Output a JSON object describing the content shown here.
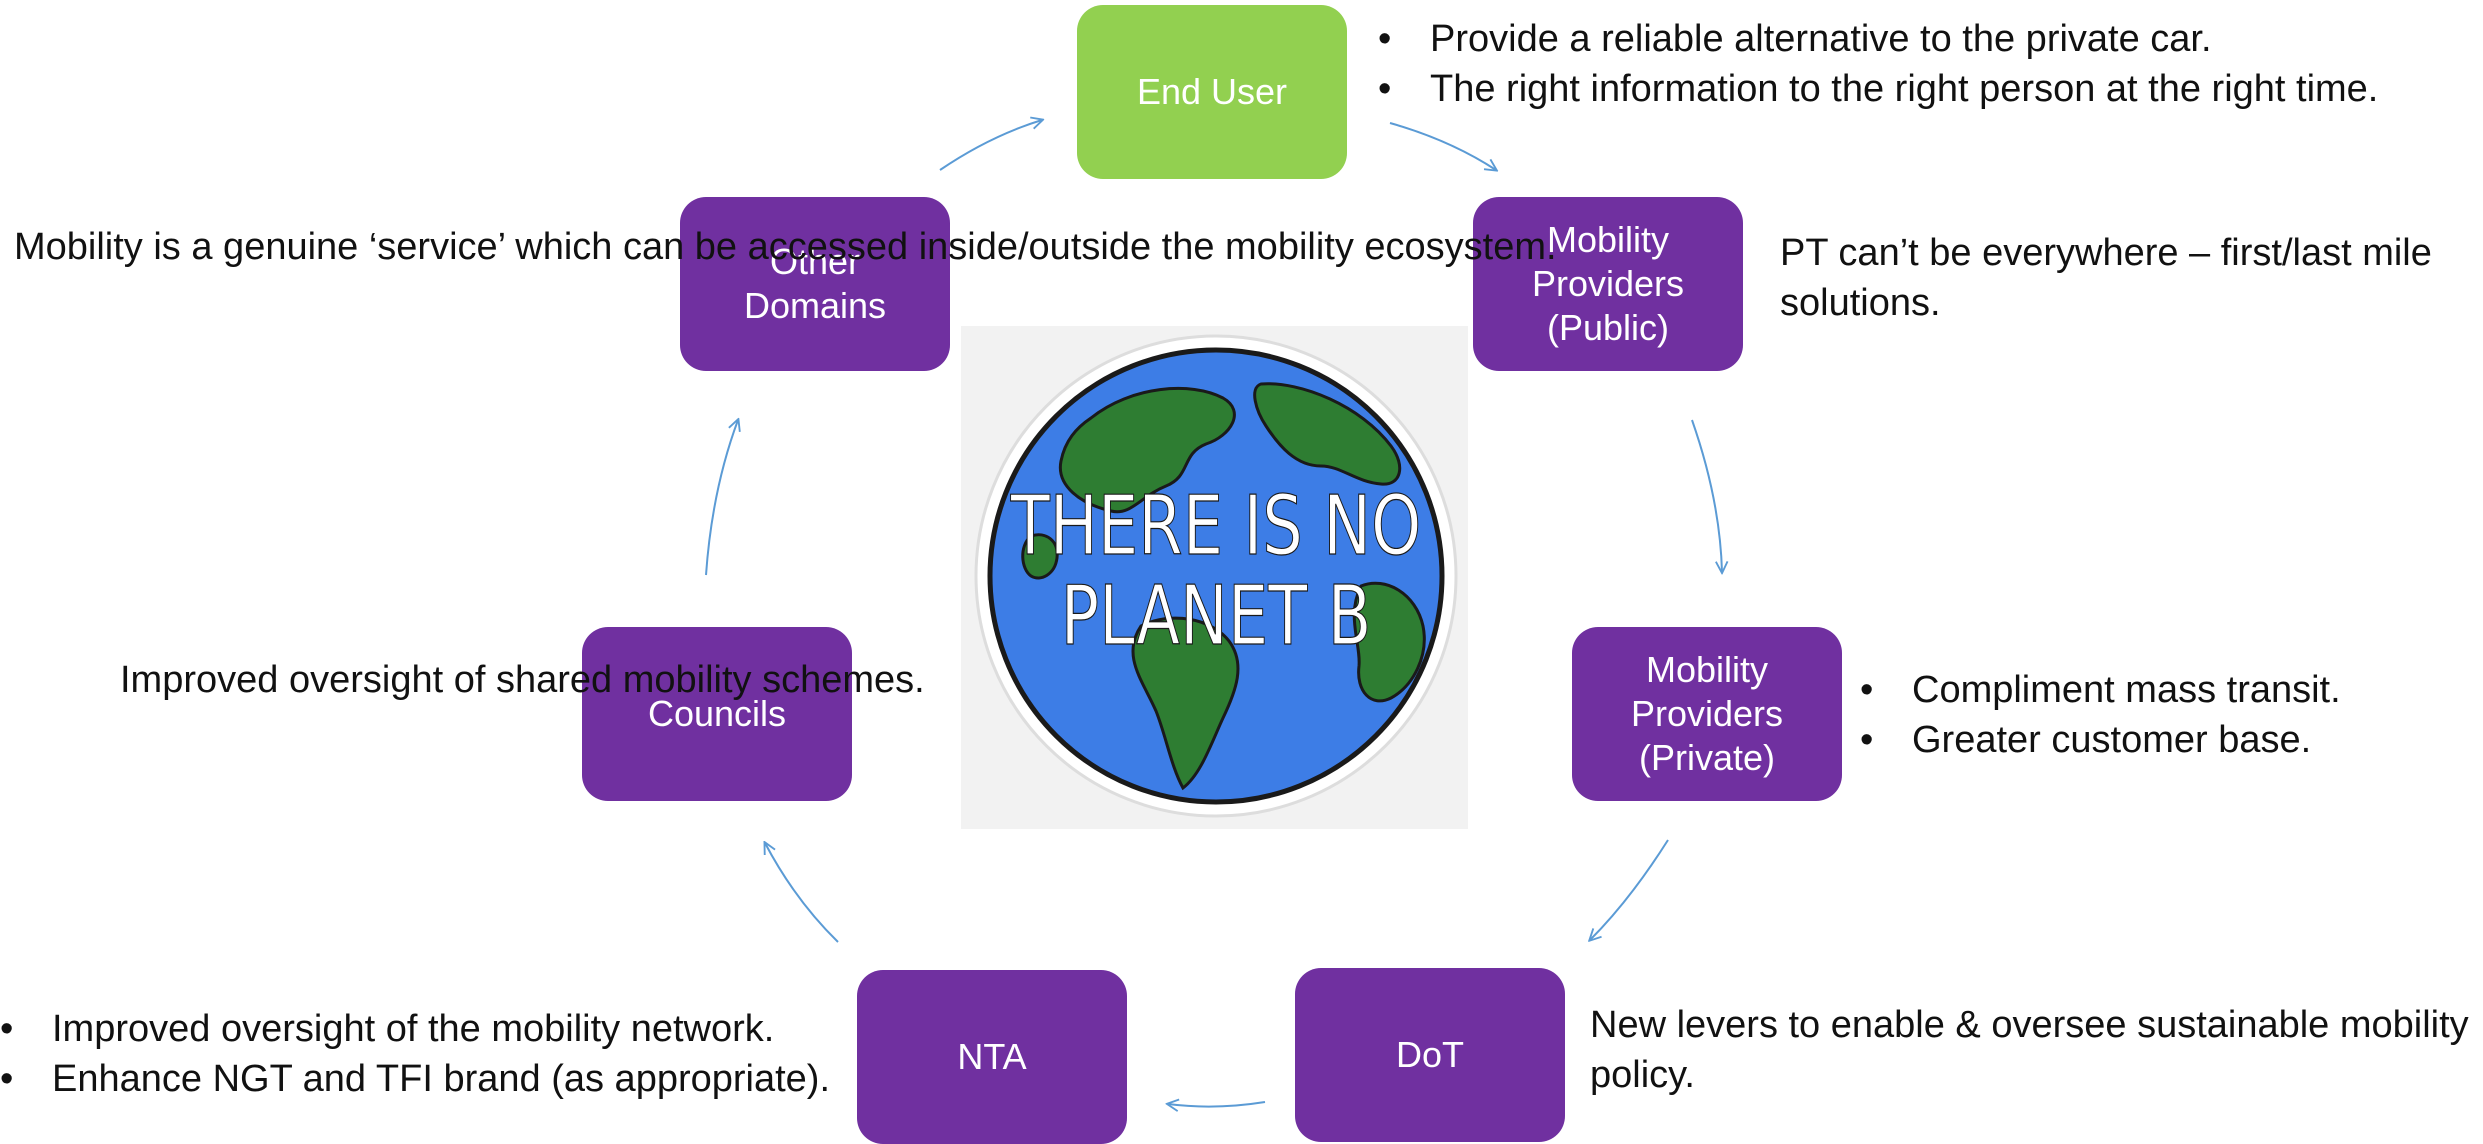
{
  "nodes": {
    "end_user": "End User",
    "mp_public": "Mobility\nProviders\n(Public)",
    "mp_private": "Mobility\nProviders\n(Private)",
    "dot": "DoT",
    "nta": "NTA",
    "councils": "Councils",
    "other_domains": "Other\nDomains"
  },
  "notes": {
    "end_user": [
      "Provide a reliable alternative to the private car.",
      "The right information to the right person at the right time."
    ],
    "mp_public": "PT can’t be everywhere – first/last mile\nsolutions.",
    "mp_private": [
      "Compliment mass transit.",
      "Greater customer base."
    ],
    "dot": "New levers to enable & oversee\nsustainable mobility policy.",
    "nta": [
      "Improved oversight of the mobility network.",
      "Enhance NGT and TFI brand (as appropriate)."
    ],
    "councils": "Improved oversight of\nshared mobility schemes.",
    "other_domains": "Mobility is a genuine ‘service’ which\ncan be accessed inside/outside the\nmobility ecosystem."
  },
  "center_image": {
    "text_line1": "THERE IS NO",
    "text_line2": "PLANET B"
  },
  "colors": {
    "node_purple": "#7030a0",
    "node_green": "#92d050",
    "arrow": "#5b9bd5",
    "ocean": "#3d7de6",
    "land": "#2e7d32"
  }
}
